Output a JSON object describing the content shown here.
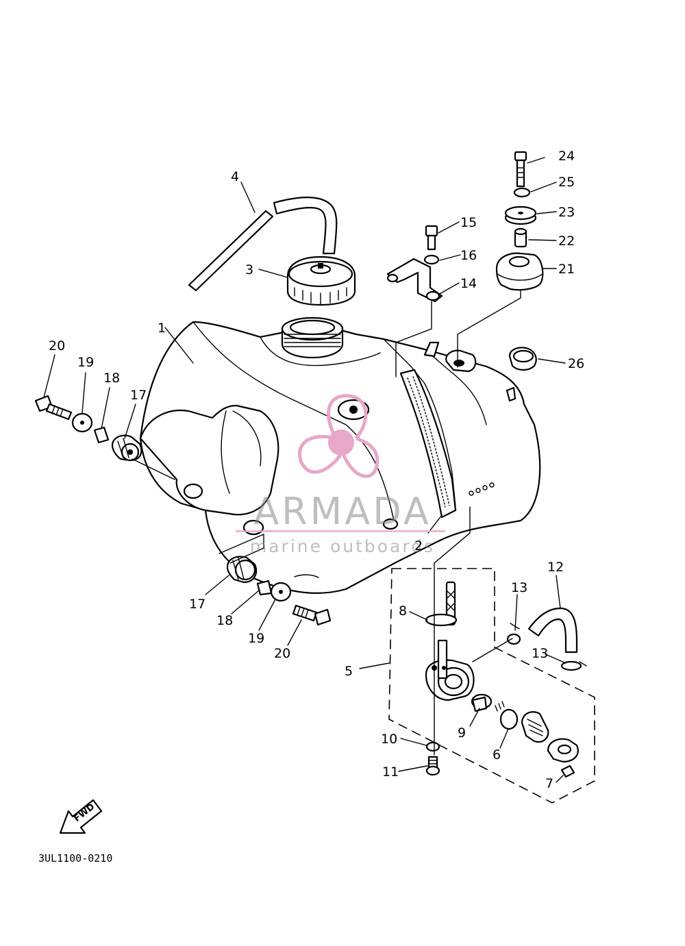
{
  "diagram": {
    "callouts": [
      "1",
      "2",
      "3",
      "4",
      "5",
      "6",
      "7",
      "8",
      "9",
      "10",
      "11",
      "12",
      "13",
      "13",
      "14",
      "15",
      "16",
      "17",
      "17",
      "18",
      "18",
      "19",
      "19",
      "20",
      "20",
      "21",
      "22",
      "23",
      "24",
      "25",
      "26"
    ],
    "drawing_code": "3UL1100-0210",
    "fwd_label": "FWD"
  },
  "watermark": {
    "brand": "ARMADA",
    "tagline": "marine outboards",
    "logo_color": "#e8a6c8",
    "text_color": "#8a8a8a"
  }
}
